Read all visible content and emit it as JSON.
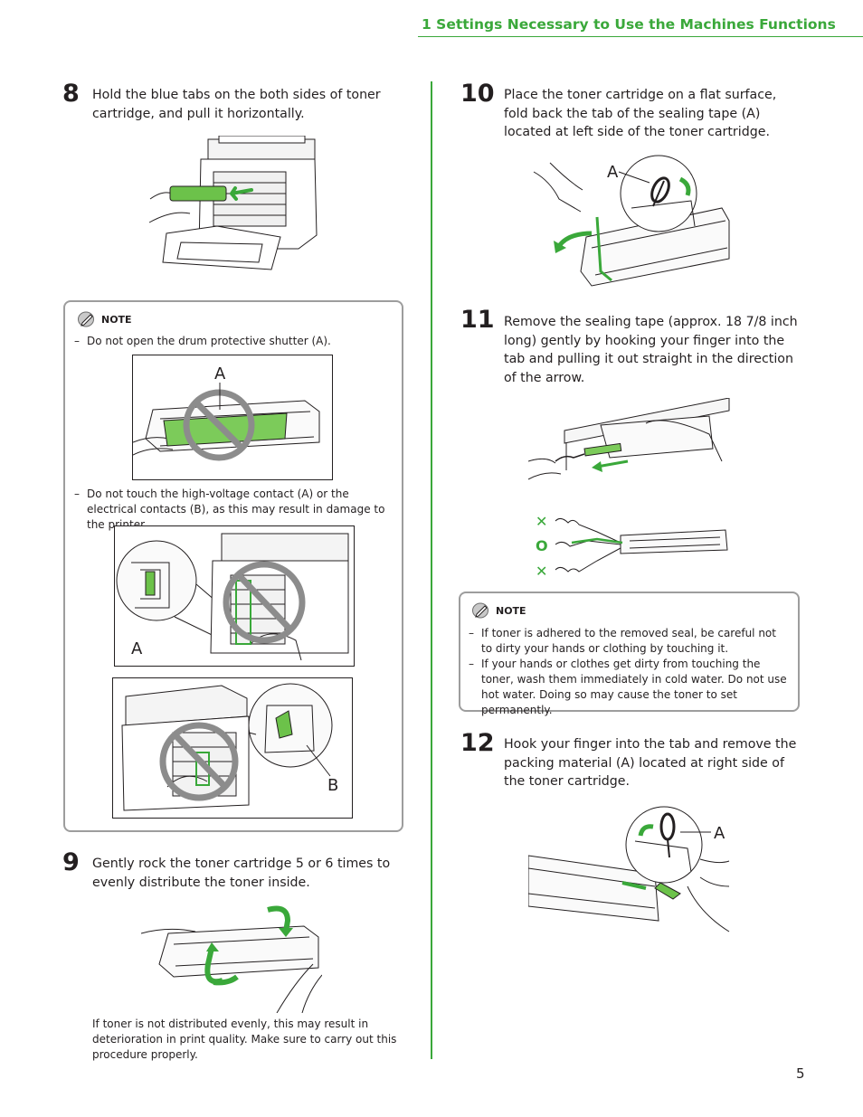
{
  "header": {
    "title": "1 Settings Necessary to Use the Machines Functions"
  },
  "steps": {
    "s8": {
      "num": "8",
      "text": "Hold the blue tabs on the both sides of toner cartridge, and pull it horizontally."
    },
    "s9": {
      "num": "9",
      "text": "Gently rock the toner cartridge 5 or 6 times to evenly distribute the toner inside.",
      "caption": "If toner is not distributed evenly, this may result in deterioration in print quality. Make sure to carry out this procedure properly."
    },
    "s10": {
      "num": "10",
      "text": "Place the toner cartridge on a flat surface, fold back the tab of the sealing tape (A) located at left side of the toner cartridge."
    },
    "s11": {
      "num": "11",
      "text": "Remove the sealing tape (approx. 18 7/8 inch long) gently by hooking your finger into the tab and pulling it out straight in the direction of the arrow."
    },
    "s12": {
      "num": "12",
      "text": "Hook your finger into the tab and remove the packing material (A) located at right side of the toner cartridge."
    }
  },
  "note1": {
    "label": "NOTE",
    "dash": "–",
    "items": [
      "Do not open the drum protective shutter (A).",
      "Do not touch the high-voltage contact (A) or the electrical contacts (B), as this may result in damage to the printer."
    ]
  },
  "note2": {
    "label": "NOTE",
    "dash": "–",
    "items": [
      "If toner is adhered to the removed seal, be careful not to dirty your hands or clothing by touching it.",
      "If your hands or clothes get dirty from touching the toner, wash them immediately in cold water. Do not use hot water. Doing so may cause the toner to set permanently."
    ]
  },
  "callouts": {
    "a": "A",
    "b": "B"
  },
  "marks": {
    "wrong": "✕",
    "right": "O"
  },
  "colors": {
    "accent": "#3aa83a",
    "prohibit": "#8c8c8c",
    "note_border": "#9d9d9d"
  },
  "page": {
    "number": "5"
  }
}
